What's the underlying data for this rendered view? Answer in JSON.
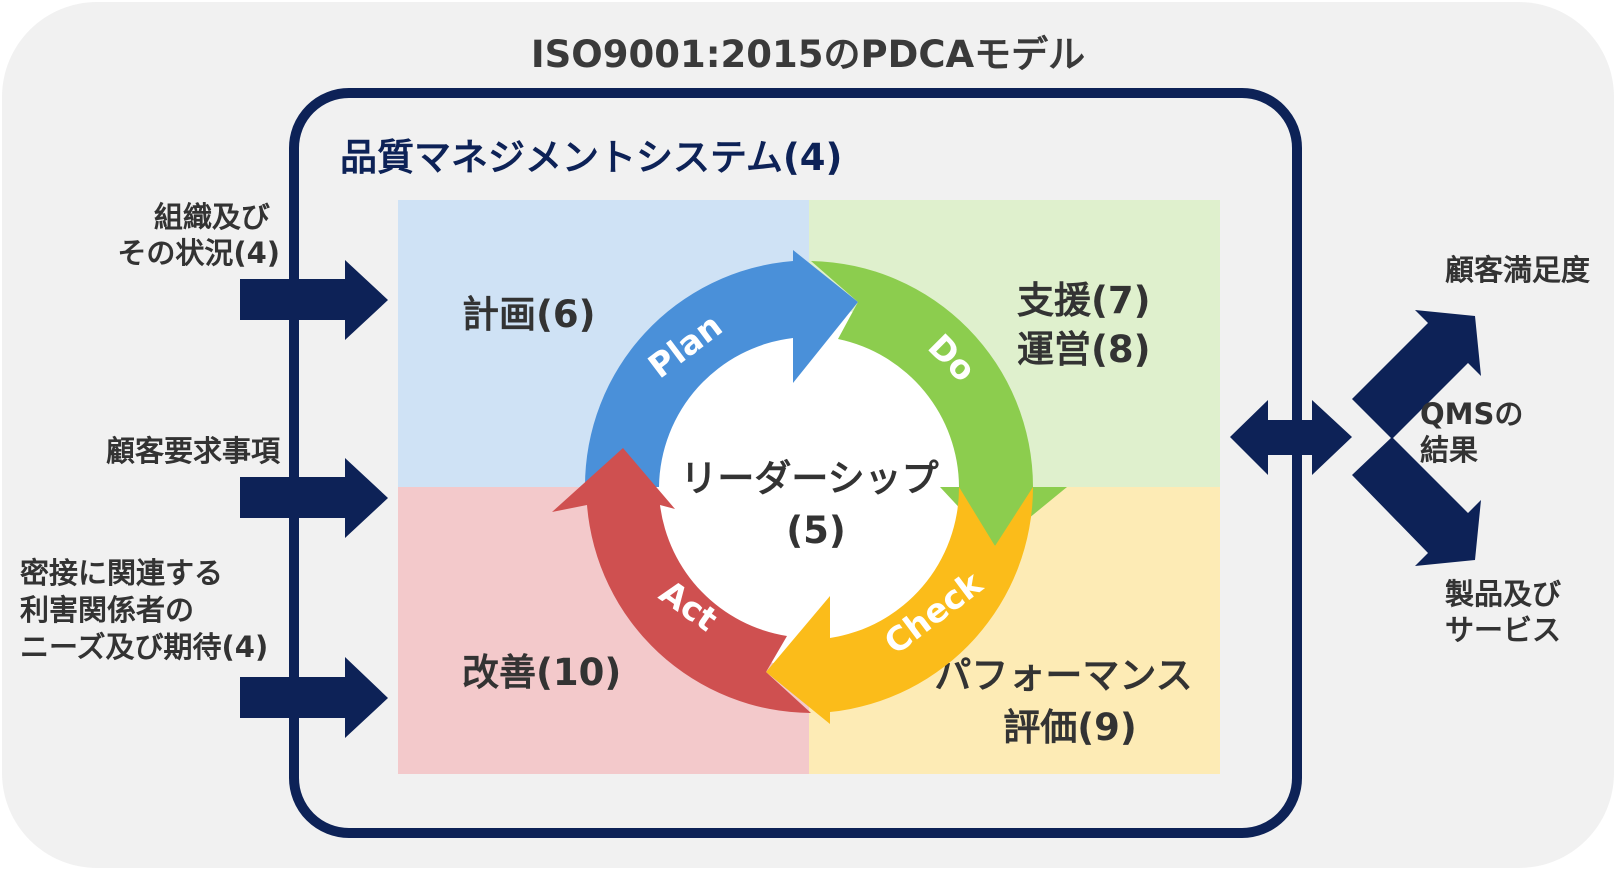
{
  "title": "ISO9001:2015のPDCAモデル",
  "qms": {
    "label": "品質マネジメントシステム(4)"
  },
  "inputs": [
    {
      "lines": [
        "組織及び",
        "その状況(4)"
      ]
    },
    {
      "lines": [
        "顧客要求事項"
      ]
    },
    {
      "lines": [
        "密接に関連する",
        "利害関係者の",
        "ニーズ及び期待(4)"
      ]
    }
  ],
  "quadrants": {
    "plan": {
      "lines": [
        "計画(6)"
      ],
      "color": "#cfe2f5"
    },
    "do": {
      "lines": [
        "支援(7)",
        "運営(8)"
      ],
      "color": "#dff0cd"
    },
    "check": {
      "lines": [
        "パフォーマンス",
        "評価(9)"
      ],
      "color": "#fdebb5"
    },
    "act": {
      "lines": [
        "改善(10)"
      ],
      "color": "#f3c9cb"
    }
  },
  "cycle": {
    "plan": {
      "label": "Plan",
      "color": "#4a90d9"
    },
    "do": {
      "label": "Do",
      "color": "#8ccd4e"
    },
    "check": {
      "label": "Check",
      "color": "#fbbc1a"
    },
    "act": {
      "label": "Act",
      "color": "#cf5050"
    },
    "center": {
      "lines": [
        "リーダーシップ",
        "(5)"
      ]
    }
  },
  "results": {
    "qms_result": {
      "lines": [
        "QMSの",
        "結果"
      ]
    },
    "satisfaction": {
      "lines": [
        "顧客満足度"
      ]
    },
    "products": {
      "lines": [
        "製品及び",
        "サービス"
      ]
    }
  },
  "colors": {
    "navy": "#0d2257",
    "background": "#f1f1f1",
    "text": "#333333"
  }
}
